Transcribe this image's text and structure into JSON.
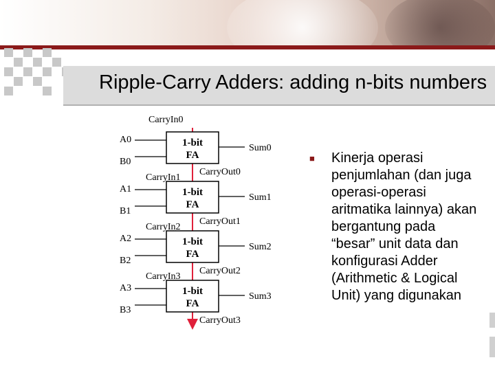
{
  "slide": {
    "title": "Ripple-Carry Adders: adding n-bits numbers"
  },
  "diagram": {
    "carry_in_top": "CarryIn0",
    "adders": [
      {
        "a": "A0",
        "b": "B0",
        "block": "1-bit FA",
        "sum": "Sum0",
        "carry_out": "CarryOut0"
      },
      {
        "a": "A1",
        "b": "B1",
        "block": "1-bit FA",
        "sum": "Sum1",
        "carry_out": "CarryOut1",
        "carry_in": "CarryIn1"
      },
      {
        "a": "A2",
        "b": "B2",
        "block": "1-bit FA",
        "sum": "Sum2",
        "carry_out": "CarryOut2",
        "carry_in": "CarryIn2"
      },
      {
        "a": "A3",
        "b": "B3",
        "block": "1-bit FA",
        "sum": "Sum3",
        "carry_out": "CarryOut3",
        "carry_in": "CarryIn3"
      }
    ],
    "colors": {
      "carry_line": "#e0203a",
      "accent": "#8b1a1a"
    }
  },
  "bullet": {
    "icon": "square-bullet-icon",
    "text": "Kinerja operasi penjumlahan (dan juga operasi-operasi aritmatika lainnya) akan bergantung pada “besar” unit data dan konfigurasi Adder (Arithmetic & Logical Unit) yang digunakan"
  }
}
